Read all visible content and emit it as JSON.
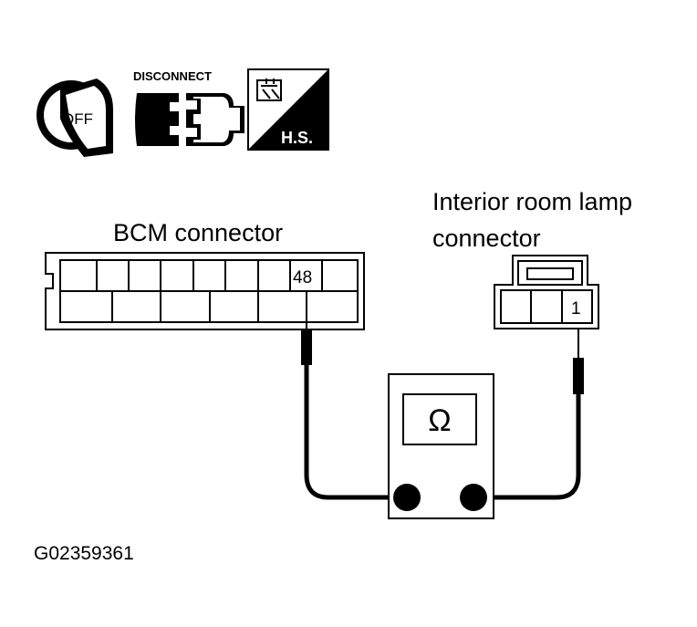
{
  "icons": {
    "ignition": {
      "name": "ignition-key-off-icon",
      "text": "OFF"
    },
    "disconnect": {
      "name": "disconnect-connector-icon",
      "text": "DISCONNECT"
    },
    "harness": {
      "name": "harness-connector-hs-icon",
      "text": "H.S."
    }
  },
  "bcm": {
    "label": "BCM connector",
    "pin": "48"
  },
  "lamp": {
    "label_line1": "Interior room lamp",
    "label_line2": "connector",
    "pin": "1"
  },
  "meter": {
    "symbol": "Ω"
  },
  "figure_code": "G02359361"
}
